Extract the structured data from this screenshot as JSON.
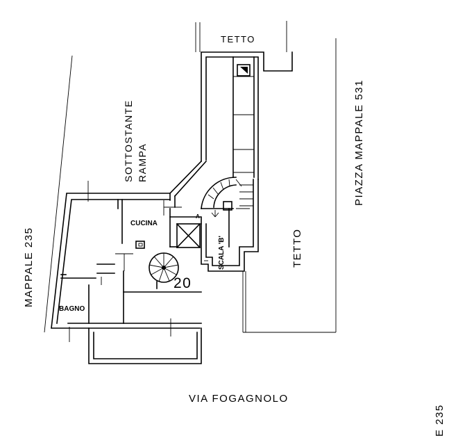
{
  "labels": {
    "tetto_top": "TETTO",
    "sottostante": "SOTTOSTANTE",
    "rampa": "RAMPA",
    "piazza": "PIAZZA MAPPALE 531",
    "mappale_left": "MAPPALE 235",
    "cucina": "CUCINA",
    "scala": "SCALA 'B'",
    "tetto_right": "TETTO",
    "unit_number": "20",
    "bagno": "BAGNO",
    "marker_a": "A",
    "via": "VIA FOGAGNOLO",
    "corner_fragment": "E 235"
  }
}
